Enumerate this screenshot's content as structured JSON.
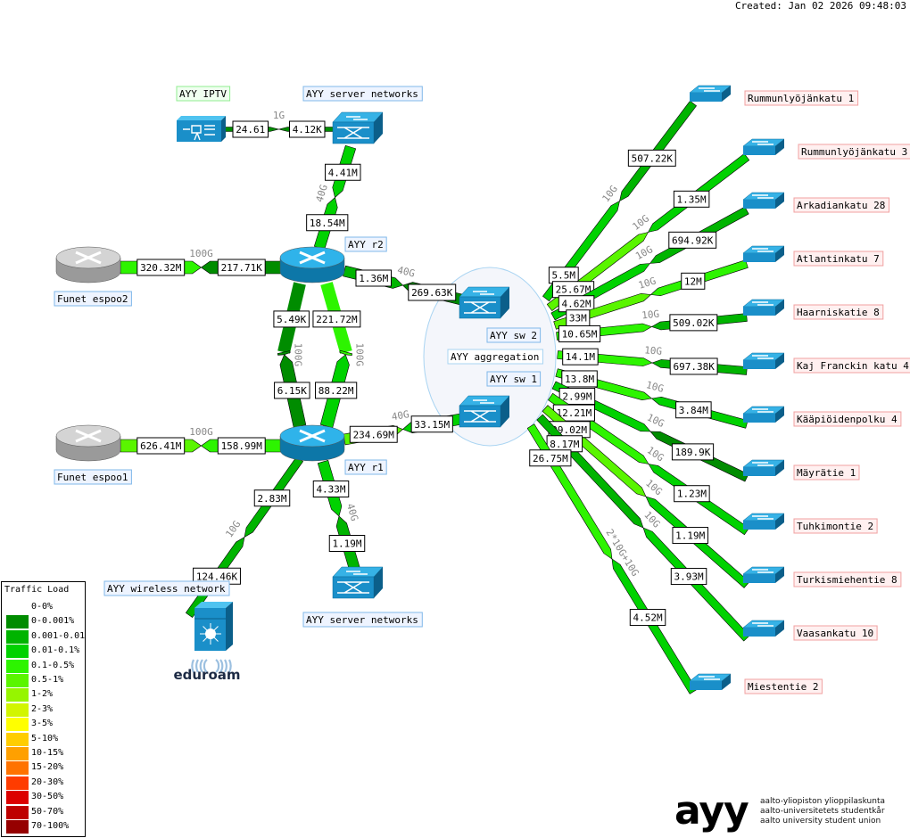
{
  "created": "Created: Jan 02 2026 09:48:03",
  "legend": {
    "title": "Traffic Load",
    "items": [
      {
        "label": "0-0%",
        "color": null
      },
      {
        "label": "0-0.001%",
        "color": "#008c00"
      },
      {
        "label": "0.001-0.01",
        "color": "#00b400"
      },
      {
        "label": "0.01-0.1%",
        "color": "#00d200"
      },
      {
        "label": "0.1-0.5%",
        "color": "#2df400"
      },
      {
        "label": "0.5-1%",
        "color": "#5af500"
      },
      {
        "label": "1-2%",
        "color": "#96f500"
      },
      {
        "label": "2-3%",
        "color": "#d2f500"
      },
      {
        "label": "3-5%",
        "color": "#ffff00"
      },
      {
        "label": "5-10%",
        "color": "#ffcd00"
      },
      {
        "label": "10-15%",
        "color": "#ffa000"
      },
      {
        "label": "15-20%",
        "color": "#ff7300"
      },
      {
        "label": "20-30%",
        "color": "#ff3c00"
      },
      {
        "label": "30-50%",
        "color": "#dc0000"
      },
      {
        "label": "50-70%",
        "color": "#be0000"
      },
      {
        "label": "70-100%",
        "color": "#960000"
      }
    ]
  },
  "logo": {
    "mark": "ayy",
    "lines": [
      "aalto-yliopiston ylioppilaskunta",
      "aalto-universitetets studentkår",
      "aalto university student union"
    ]
  },
  "group_label": "AYY aggregation",
  "nodes": [
    {
      "id": "iptv",
      "type": "video",
      "label": "AYY IPTV",
      "label_style": "green"
    },
    {
      "id": "srv_top",
      "type": "switch3d",
      "label": "AYY server networks",
      "label_style": "blue"
    },
    {
      "id": "r2",
      "type": "router",
      "label": "AYY r2",
      "label_style": "blue"
    },
    {
      "id": "r1",
      "type": "router",
      "label": "AYY r1",
      "label_style": "blue"
    },
    {
      "id": "funet2",
      "type": "router-grey",
      "label": "Funet espoo2",
      "label_style": "blue"
    },
    {
      "id": "funet1",
      "type": "router-grey",
      "label": "Funet espoo1",
      "label_style": "blue"
    },
    {
      "id": "sw2",
      "type": "switch3d",
      "label": "AYY sw 2",
      "label_style": "blue"
    },
    {
      "id": "sw1",
      "type": "switch3d",
      "label": "AYY sw 1",
      "label_style": "blue"
    },
    {
      "id": "wifi",
      "type": "wlc",
      "label": "AYY wireless network",
      "label_style": "blue",
      "sublogo": "eduroam"
    },
    {
      "id": "srv_bot",
      "type": "switch3d",
      "label": "AYY server networks",
      "label_style": "blue"
    },
    {
      "id": "s1",
      "type": "switch",
      "label": "Rummunlyöjänkatu 1",
      "label_style": "pink"
    },
    {
      "id": "s2",
      "type": "switch",
      "label": "Rummunlyöjänkatu 3",
      "label_style": "pink"
    },
    {
      "id": "s3",
      "type": "switch",
      "label": "Arkadiankatu 28",
      "label_style": "pink"
    },
    {
      "id": "s4",
      "type": "switch",
      "label": "Atlantinkatu 7",
      "label_style": "pink"
    },
    {
      "id": "s5",
      "type": "switch",
      "label": "Haarniskatie 8",
      "label_style": "pink"
    },
    {
      "id": "s6",
      "type": "switch",
      "label": "Kaj Franckin katu 4",
      "label_style": "pink"
    },
    {
      "id": "s7",
      "type": "switch",
      "label": "Kääpiöidenpolku 4",
      "label_style": "pink"
    },
    {
      "id": "s8",
      "type": "switch",
      "label": "Mäyrätie 1",
      "label_style": "pink"
    },
    {
      "id": "s9",
      "type": "switch",
      "label": "Tuhkimontie 2",
      "label_style": "pink"
    },
    {
      "id": "s10",
      "type": "switch",
      "label": "Turkismiehentie 8",
      "label_style": "pink"
    },
    {
      "id": "s11",
      "type": "switch",
      "label": "Vaasankatu 10",
      "label_style": "pink"
    },
    {
      "id": "s12",
      "type": "switch",
      "label": "Miestentie 2",
      "label_style": "pink"
    }
  ],
  "links": [
    {
      "from": "iptv",
      "to": "srv_top",
      "speed": "1G",
      "in": "24.61",
      "out": "4.12K",
      "in_load": 1,
      "out_load": 1
    },
    {
      "from": "srv_top",
      "to": "r2",
      "speed": "40G",
      "in": "4.41M",
      "out": "18.54M",
      "in_load": 3,
      "out_load": 3
    },
    {
      "from": "funet2",
      "to": "r2",
      "speed": "100G",
      "in": "320.32M",
      "out": "217.71K",
      "in_load": 4,
      "out_load": 1
    },
    {
      "from": "r2",
      "to": "sw2",
      "speed": "40G",
      "in": "1.36M",
      "out": "269.63K",
      "in_load": 2,
      "out_load": 1
    },
    {
      "from": "r2",
      "to": "r1",
      "speed": "100G",
      "in": "5.49K",
      "out": "6.15K",
      "in_load": 1,
      "out_load": 1
    },
    {
      "from": "r2",
      "to": "r1",
      "speed": "100G",
      "in": "221.72M",
      "out": "88.22M",
      "in_load": 4,
      "out_load": 3
    },
    {
      "from": "funet1",
      "to": "r1",
      "speed": "100G",
      "in": "626.41M",
      "out": "158.99M",
      "in_load": 5,
      "out_load": 4
    },
    {
      "from": "r1",
      "to": "sw1",
      "speed": "40G",
      "in": "234.69M",
      "out": "33.15M",
      "in_load": 5,
      "out_load": 3
    },
    {
      "from": "r1",
      "to": "wifi",
      "speed": "10G",
      "in": "2.83M",
      "out": "124.46K",
      "in_load": 2,
      "out_load": 2
    },
    {
      "from": "r1",
      "to": "srv_bot",
      "speed": "40G",
      "in": "4.33M",
      "out": "1.19M",
      "in_load": 3,
      "out_load": 2
    },
    {
      "from": "agg",
      "to": "s1",
      "speed": "10G",
      "in": "5.5M",
      "out": "507.22K",
      "in_load": 3,
      "out_load": 2
    },
    {
      "from": "agg",
      "to": "s2",
      "speed": "10G",
      "in": "25.67M",
      "out": "1.35M",
      "in_load": 5,
      "out_load": 3
    },
    {
      "from": "agg",
      "to": "s3",
      "speed": "10G",
      "in": "4.62M",
      "out": "694.92K",
      "in_load": 3,
      "out_load": 2
    },
    {
      "from": "agg",
      "to": "s4",
      "speed": "10G",
      "in": "33M",
      "out": "12M",
      "in_load": 5,
      "out_load": 4
    },
    {
      "from": "agg",
      "to": "s5",
      "speed": "10G",
      "in": "10.65M",
      "out": "509.02K",
      "in_load": 4,
      "out_load": 2
    },
    {
      "from": "agg",
      "to": "s6",
      "speed": "10G",
      "in": "14.1M",
      "out": "697.38K",
      "in_load": 4,
      "out_load": 2
    },
    {
      "from": "agg",
      "to": "s7",
      "speed": "10G",
      "in": "13.8M",
      "out": "3.84M",
      "in_load": 4,
      "out_load": 3
    },
    {
      "from": "agg",
      "to": "s8",
      "speed": "10G",
      "in": "2.99M",
      "out": "189.9K",
      "in_load": 3,
      "out_load": 1
    },
    {
      "from": "agg",
      "to": "s9",
      "speed": "10G",
      "in": "12.21M",
      "out": "1.23M",
      "in_load": 4,
      "out_load": 3
    },
    {
      "from": "agg",
      "to": "s10",
      "speed": "10G",
      "in": "29.02M",
      "out": "1.19M",
      "in_load": 5,
      "out_load": 3
    },
    {
      "from": "agg",
      "to": "s11",
      "speed": "10G",
      "in": "8.17M",
      "out": "3.93M",
      "in_load": 2,
      "out_load": 3
    },
    {
      "from": "agg",
      "to": "s12",
      "speed": "2*10G+10G",
      "in": "26.75M",
      "out": "4.52M",
      "in_load": 4,
      "out_load": 3
    }
  ]
}
